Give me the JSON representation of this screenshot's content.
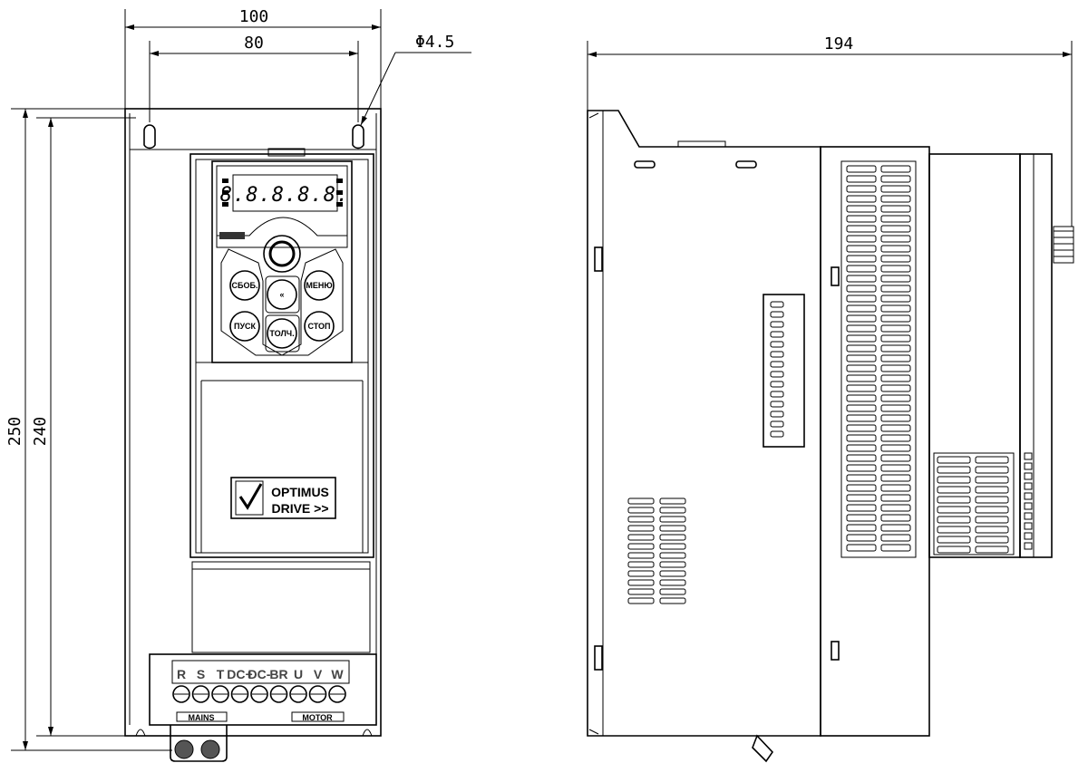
{
  "dimensions": {
    "front_width": "100",
    "hole_spacing": "80",
    "hole_diameter": "Φ4.5",
    "total_height": "250",
    "hole_height": "240",
    "side_depth": "194"
  },
  "keypad": {
    "display": "8.8.8.8.8.",
    "buttons": [
      "СБОБ.",
      "«",
      "МЕНЮ",
      "ПУСК",
      "ТОЛЧ.",
      "СТОП"
    ]
  },
  "logo": {
    "line1": "OPTIMUS",
    "line2": "DRIVE >>"
  },
  "terminals": [
    "R",
    "S",
    "T",
    "DC+",
    "DC-",
    "BR",
    "U",
    "V",
    "W"
  ],
  "terminal_groups": {
    "mains": "MAINS",
    "motor": "MOTOR"
  }
}
